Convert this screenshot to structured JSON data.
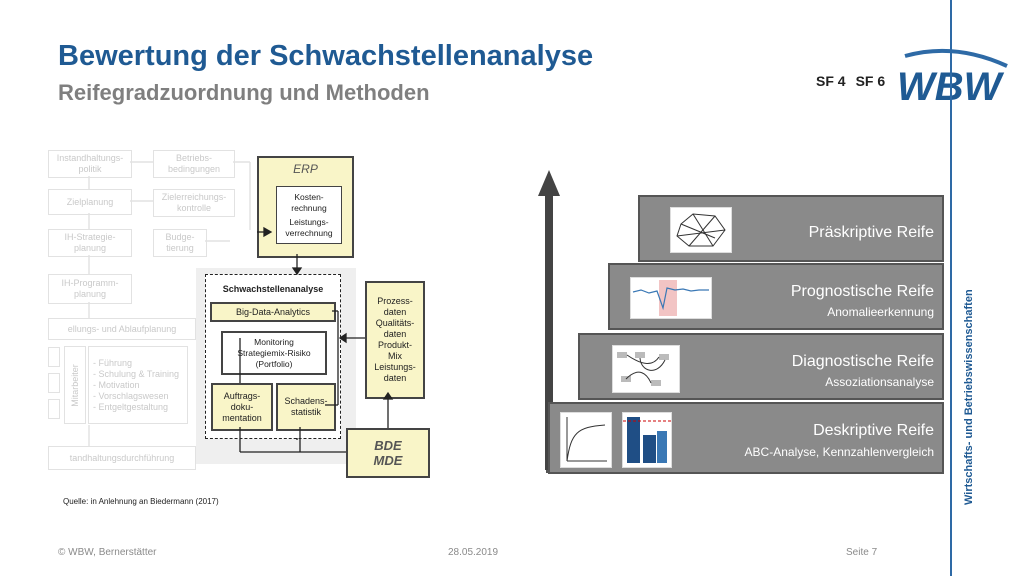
{
  "header": {
    "title": "Bewertung der Schwachstellenanalyse",
    "subtitle": "Reifegradzuordnung und Methoden",
    "sf_tags": [
      "SF 4",
      "SF 6"
    ],
    "logo_text": "WBW"
  },
  "side_label": "Wirtschafts- und Betriebswissenschaften",
  "diagram": {
    "faint_boxes": [
      "Instandhaltungs-\npolitik",
      "Betriebs-\nbedingungen",
      "Zielplanung",
      "Zielerreichungs-\nkontrolle",
      "IH-Strategie-\nplanung",
      "Budge-\ntierung",
      "IH-Programm-\nplanung",
      "ellungs- und Ablaufplanung",
      "Mitarbeiter",
      "- Führung\n- Schulung & Training\n- Motivation\n- Vorschlagswesen\n- Entgeltgestaltung",
      "tandhaltungsdurchführung"
    ],
    "erp_label": "ERP",
    "erp_inner": [
      "Kosten-\nrechnung",
      "Leistungs-\nverrechnung"
    ],
    "analysis_title": "Schwachstellenanalyse",
    "big_data": "Big-Data-Analytics",
    "monitoring": "Monitoring\nStrategiemix-Risiko\n(Portfolio)",
    "auftrag": "Auftrags-\ndoku-\nmentation",
    "schaden": "Schadens-\nstatistik",
    "prozess": "Prozess-\ndaten\nQualitäts-\ndaten\nProdukt-\nMix\nLeistungs-\ndaten",
    "bde": "BDE\nMDE"
  },
  "source": "Quelle: in Anlehnung an Biedermann (2017)",
  "maturity_levels": [
    {
      "title": "Präskriptive Reife",
      "subtitle": ""
    },
    {
      "title": "Prognostische Reife",
      "subtitle": "Anomalieerkennung"
    },
    {
      "title": "Diagnostische Reife",
      "subtitle": "Assoziationsanalyse"
    },
    {
      "title": "Deskriptive Reife",
      "subtitle": "ABC-Analyse, Kennzahlenvergleich"
    }
  ],
  "footer": {
    "left": "© WBW, Bernerstätter",
    "center": "28.05.2019",
    "right": "Seite 7"
  },
  "colors": {
    "accent": "#1f5a93",
    "step": "#8a8a8a",
    "highlight": "#f9f5c8"
  }
}
